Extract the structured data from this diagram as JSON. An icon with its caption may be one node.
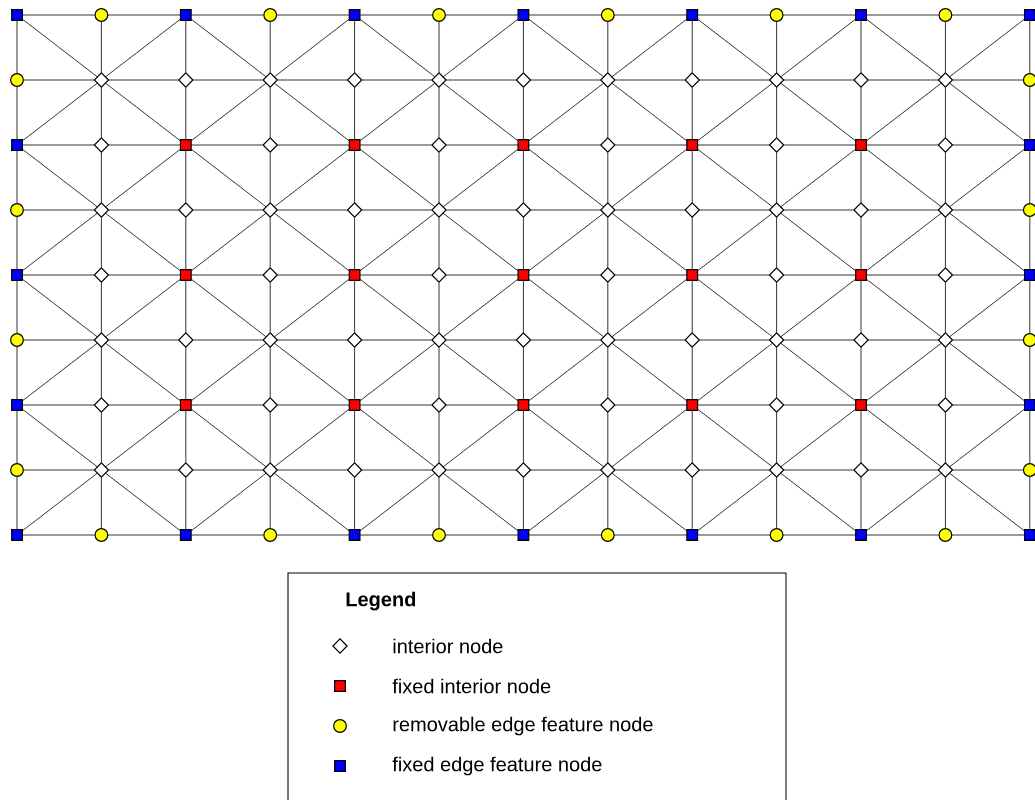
{
  "diagram": {
    "nodes": [
      {
        "text": [],
        "shape": "box"
      },
      {
        "text": [],
        "shape": "circle"
      },
      {
        "text": [],
        "shape": "box"
      },
      {
        "text": [],
        "shape": "circle"
      },
      {
        "text": [],
        "shape": "box"
      },
      {
        "text": [],
        "shape": "circle"
      },
      {
        "text": [],
        "shape": "box"
      },
      {
        "text": [],
        "shape": "circle"
      },
      {
        "text": [],
        "shape": "box"
      },
      {
        "text": [],
        "shape": "circle"
      },
      {
        "text": [],
        "shape": "box"
      },
      {
        "text": [],
        "shape": "circle"
      },
      {
        "text": [],
        "shape": "box"
      },
      {
        "text": [],
        "shape": "circle"
      },
      {
        "text": [],
        "shape": "diamond"
      },
      {
        "text": [],
        "shape": "diamond"
      },
      {
        "text": [],
        "shape": "diamond"
      },
      {
        "text": [],
        "shape": "diamond"
      },
      {
        "text": [],
        "shape": "diamond"
      },
      {
        "text": [],
        "shape": "diamond"
      },
      {
        "text": [],
        "shape": "diamond"
      },
      {
        "text": [],
        "shape": "diamond"
      },
      {
        "text": [],
        "shape": "diamond"
      },
      {
        "text": [],
        "shape": "diamond"
      },
      {
        "text": [],
        "shape": "diamond"
      },
      {
        "text": [],
        "shape": "circle"
      },
      {
        "text": [],
        "shape": "box"
      },
      {
        "text": [],
        "shape": "diamond"
      },
      {
        "text": [],
        "shape": "box"
      },
      {
        "text": [],
        "shape": "diamond"
      },
      {
        "text": [],
        "shape": "box"
      },
      {
        "text": [],
        "shape": "diamond"
      },
      {
        "text": [],
        "shape": "box"
      },
      {
        "text": [],
        "shape": "diamond"
      },
      {
        "text": [],
        "shape": "box"
      },
      {
        "text": [],
        "shape": "diamond"
      },
      {
        "text": [],
        "shape": "box"
      },
      {
        "text": [],
        "shape": "diamond"
      },
      {
        "text": [],
        "shape": "box"
      },
      {
        "text": [],
        "shape": "circle"
      },
      {
        "text": [],
        "shape": "diamond"
      },
      {
        "text": [],
        "shape": "diamond"
      },
      {
        "text": [],
        "shape": "diamond"
      },
      {
        "text": [],
        "shape": "diamond"
      },
      {
        "text": [],
        "shape": "diamond"
      },
      {
        "text": [],
        "shape": "diamond"
      },
      {
        "text": [],
        "shape": "diamond"
      },
      {
        "text": [],
        "shape": "diamond"
      },
      {
        "text": [],
        "shape": "diamond"
      },
      {
        "text": [],
        "shape": "diamond"
      },
      {
        "text": [],
        "shape": "diamond"
      },
      {
        "text": [],
        "shape": "circle"
      },
      {
        "text": [],
        "shape": "box"
      },
      {
        "text": [],
        "shape": "diamond"
      },
      {
        "text": [],
        "shape": "box"
      },
      {
        "text": [],
        "shape": "diamond"
      },
      {
        "text": [],
        "shape": "box"
      },
      {
        "text": [],
        "shape": "diamond"
      },
      {
        "text": [],
        "shape": "box"
      },
      {
        "text": [],
        "shape": "diamond"
      },
      {
        "text": [],
        "shape": "box"
      },
      {
        "text": [],
        "shape": "diamond"
      },
      {
        "text": [],
        "shape": "box"
      },
      {
        "text": [],
        "shape": "diamond"
      },
      {
        "text": [],
        "shape": "box"
      },
      {
        "text": [],
        "shape": "circle"
      },
      {
        "text": [],
        "shape": "diamond"
      },
      {
        "text": [],
        "shape": "diamond"
      },
      {
        "text": [],
        "shape": "diamond"
      },
      {
        "text": [],
        "shape": "diamond"
      },
      {
        "text": [],
        "shape": "diamond"
      },
      {
        "text": [],
        "shape": "diamond"
      },
      {
        "text": [],
        "shape": "diamond"
      },
      {
        "text": [],
        "shape": "diamond"
      },
      {
        "text": [],
        "shape": "diamond"
      },
      {
        "text": [],
        "shape": "diamond"
      },
      {
        "text": [],
        "shape": "diamond"
      },
      {
        "text": [],
        "shape": "circle"
      },
      {
        "text": [],
        "shape": "box"
      },
      {
        "text": [],
        "shape": "diamond"
      },
      {
        "text": [],
        "shape": "box"
      },
      {
        "text": [],
        "shape": "diamond"
      },
      {
        "text": [],
        "shape": "box"
      },
      {
        "text": [],
        "shape": "diamond"
      },
      {
        "text": [],
        "shape": "box"
      },
      {
        "text": [],
        "shape": "diamond"
      },
      {
        "text": [],
        "shape": "box"
      },
      {
        "text": [],
        "shape": "diamond"
      },
      {
        "text": [],
        "shape": "box"
      },
      {
        "text": [],
        "shape": "diamond"
      },
      {
        "text": [],
        "shape": "box"
      },
      {
        "text": [],
        "shape": "circle"
      },
      {
        "text": [],
        "shape": "diamond"
      },
      {
        "text": [],
        "shape": "diamond"
      },
      {
        "text": [],
        "shape": "diamond"
      },
      {
        "text": [],
        "shape": "diamond"
      },
      {
        "text": [],
        "shape": "diamond"
      },
      {
        "text": [],
        "shape": "diamond"
      },
      {
        "text": [],
        "shape": "diamond"
      },
      {
        "text": [],
        "shape": "diamond"
      },
      {
        "text": [],
        "shape": "diamond"
      },
      {
        "text": [],
        "shape": "diamond"
      },
      {
        "text": [],
        "shape": "diamond"
      },
      {
        "text": [],
        "shape": "circle"
      },
      {
        "text": [],
        "shape": "box"
      },
      {
        "text": [],
        "shape": "circle"
      },
      {
        "text": [],
        "shape": "box"
      },
      {
        "text": [],
        "shape": "circle"
      },
      {
        "text": [],
        "shape": "box"
      },
      {
        "text": [],
        "shape": "circle"
      },
      {
        "text": [],
        "shape": "box"
      },
      {
        "text": [],
        "shape": "circle"
      },
      {
        "text": [],
        "shape": "box"
      },
      {
        "text": [],
        "shape": "circle"
      },
      {
        "text": [],
        "shape": "box"
      },
      {
        "text": [],
        "shape": "circle"
      },
      {
        "text": [],
        "shape": "box"
      }
    ],
    "edges": [
      {
        "from": 0,
        "to": 1,
        "arrow": "none"
      },
      {
        "from": 1,
        "to": 2,
        "arrow": "none"
      },
      {
        "from": 2,
        "to": 3,
        "arrow": "none"
      },
      {
        "from": 3,
        "to": 4,
        "arrow": "none"
      },
      {
        "from": 4,
        "to": 5,
        "arrow": "none"
      },
      {
        "from": 5,
        "to": 6,
        "arrow": "none"
      },
      {
        "from": 6,
        "to": 7,
        "arrow": "none"
      },
      {
        "from": 7,
        "to": 8,
        "arrow": "none"
      },
      {
        "from": 8,
        "to": 9,
        "arrow": "none"
      },
      {
        "from": 9,
        "to": 10,
        "arrow": "none"
      },
      {
        "from": 10,
        "to": 11,
        "arrow": "none"
      },
      {
        "from": 11,
        "to": 12,
        "arrow": "none"
      },
      {
        "from": 13,
        "to": 14,
        "arrow": "none"
      },
      {
        "from": 14,
        "to": 15,
        "arrow": "none"
      },
      {
        "from": 15,
        "to": 16,
        "arrow": "none"
      },
      {
        "from": 16,
        "to": 17,
        "arrow": "none"
      },
      {
        "from": 17,
        "to": 18,
        "arrow": "none"
      },
      {
        "from": 18,
        "to": 19,
        "arrow": "none"
      },
      {
        "from": 19,
        "to": 20,
        "arrow": "none"
      },
      {
        "from": 20,
        "to": 21,
        "arrow": "none"
      },
      {
        "from": 21,
        "to": 22,
        "arrow": "none"
      },
      {
        "from": 22,
        "to": 23,
        "arrow": "none"
      },
      {
        "from": 23,
        "to": 24,
        "arrow": "none"
      },
      {
        "from": 24,
        "to": 25,
        "arrow": "none"
      },
      {
        "from": 26,
        "to": 27,
        "arrow": "none"
      },
      {
        "from": 27,
        "to": 28,
        "arrow": "none"
      },
      {
        "from": 28,
        "to": 29,
        "arrow": "none"
      },
      {
        "from": 29,
        "to": 30,
        "arrow": "none"
      },
      {
        "from": 30,
        "to": 31,
        "arrow": "none"
      },
      {
        "from": 31,
        "to": 32,
        "arrow": "none"
      },
      {
        "from": 32,
        "to": 33,
        "arrow": "none"
      },
      {
        "from": 33,
        "to": 34,
        "arrow": "none"
      },
      {
        "from": 34,
        "to": 35,
        "arrow": "none"
      },
      {
        "from": 35,
        "to": 36,
        "arrow": "none"
      },
      {
        "from": 36,
        "to": 37,
        "arrow": "none"
      },
      {
        "from": 37,
        "to": 38,
        "arrow": "none"
      },
      {
        "from": 39,
        "to": 40,
        "arrow": "none"
      },
      {
        "from": 40,
        "to": 41,
        "arrow": "none"
      },
      {
        "from": 41,
        "to": 42,
        "arrow": "none"
      },
      {
        "from": 42,
        "to": 43,
        "arrow": "none"
      },
      {
        "from": 43,
        "to": 44,
        "arrow": "none"
      },
      {
        "from": 44,
        "to": 45,
        "arrow": "none"
      },
      {
        "from": 45,
        "to": 46,
        "arrow": "none"
      },
      {
        "from": 46,
        "to": 47,
        "arrow": "none"
      },
      {
        "from": 47,
        "to": 48,
        "arrow": "none"
      },
      {
        "from": 48,
        "to": 49,
        "arrow": "none"
      },
      {
        "from": 49,
        "to": 50,
        "arrow": "none"
      },
      {
        "from": 50,
        "to": 51,
        "arrow": "none"
      },
      {
        "from": 52,
        "to": 53,
        "arrow": "none"
      },
      {
        "from": 53,
        "to": 54,
        "arrow": "none"
      },
      {
        "from": 54,
        "to": 55,
        "arrow": "none"
      },
      {
        "from": 55,
        "to": 56,
        "arrow": "none"
      },
      {
        "from": 56,
        "to": 57,
        "arrow": "none"
      },
      {
        "from": 57,
        "to": 58,
        "arrow": "none"
      },
      {
        "from": 58,
        "to": 59,
        "arrow": "none"
      },
      {
        "from": 59,
        "to": 60,
        "arrow": "none"
      },
      {
        "from": 60,
        "to": 61,
        "arrow": "none"
      },
      {
        "from": 61,
        "to": 62,
        "arrow": "none"
      },
      {
        "from": 62,
        "to": 63,
        "arrow": "none"
      },
      {
        "from": 63,
        "to": 64,
        "arrow": "none"
      },
      {
        "from": 65,
        "to": 66,
        "arrow": "none"
      },
      {
        "from": 66,
        "to": 67,
        "arrow": "none"
      },
      {
        "from": 67,
        "to": 68,
        "arrow": "none"
      },
      {
        "from": 68,
        "to": 69,
        "arrow": "none"
      },
      {
        "from": 69,
        "to": 70,
        "arrow": "none"
      },
      {
        "from": 70,
        "to": 71,
        "arrow": "none"
      },
      {
        "from": 71,
        "to": 72,
        "arrow": "none"
      },
      {
        "from": 72,
        "to": 73,
        "arrow": "none"
      },
      {
        "from": 73,
        "to": 74,
        "arrow": "none"
      },
      {
        "from": 74,
        "to": 75,
        "arrow": "none"
      },
      {
        "from": 75,
        "to": 76,
        "arrow": "none"
      },
      {
        "from": 76,
        "to": 77,
        "arrow": "none"
      },
      {
        "from": 78,
        "to": 79,
        "arrow": "none"
      },
      {
        "from": 79,
        "to": 80,
        "arrow": "none"
      },
      {
        "from": 80,
        "to": 81,
        "arrow": "none"
      },
      {
        "from": 81,
        "to": 82,
        "arrow": "none"
      },
      {
        "from": 82,
        "to": 83,
        "arrow": "none"
      },
      {
        "from": 83,
        "to": 84,
        "arrow": "none"
      },
      {
        "from": 84,
        "to": 85,
        "arrow": "none"
      },
      {
        "from": 85,
        "to": 86,
        "arrow": "none"
      },
      {
        "from": 86,
        "to": 87,
        "arrow": "none"
      },
      {
        "from": 87,
        "to": 88,
        "arrow": "none"
      },
      {
        "from": 88,
        "to": 89,
        "arrow": "none"
      },
      {
        "from": 89,
        "to": 90,
        "arrow": "none"
      },
      {
        "from": 91,
        "to": 92,
        "arrow": "none"
      },
      {
        "from": 92,
        "to": 93,
        "arrow": "none"
      },
      {
        "from": 93,
        "to": 94,
        "arrow": "none"
      },
      {
        "from": 94,
        "to": 95,
        "arrow": "none"
      },
      {
        "from": 95,
        "to": 96,
        "arrow": "none"
      },
      {
        "from": 96,
        "to": 97,
        "arrow": "none"
      },
      {
        "from": 97,
        "to": 98,
        "arrow": "none"
      },
      {
        "from": 98,
        "to": 99,
        "arrow": "none"
      },
      {
        "from": 99,
        "to": 100,
        "arrow": "none"
      },
      {
        "from": 100,
        "to": 101,
        "arrow": "none"
      },
      {
        "from": 101,
        "to": 102,
        "arrow": "none"
      },
      {
        "from": 102,
        "to": 103,
        "arrow": "none"
      },
      {
        "from": 104,
        "to": 105,
        "arrow": "none"
      },
      {
        "from": 105,
        "to": 106,
        "arrow": "none"
      },
      {
        "from": 106,
        "to": 107,
        "arrow": "none"
      },
      {
        "from": 107,
        "to": 108,
        "arrow": "none"
      },
      {
        "from": 108,
        "to": 109,
        "arrow": "none"
      },
      {
        "from": 109,
        "to": 110,
        "arrow": "none"
      },
      {
        "from": 110,
        "to": 111,
        "arrow": "none"
      },
      {
        "from": 111,
        "to": 112,
        "arrow": "none"
      },
      {
        "from": 112,
        "to": 113,
        "arrow": "none"
      },
      {
        "from": 113,
        "to": 114,
        "arrow": "none"
      },
      {
        "from": 114,
        "to": 115,
        "arrow": "none"
      },
      {
        "from": 115,
        "to": 116,
        "arrow": "none"
      },
      {
        "from": 0,
        "to": 13,
        "arrow": "none"
      },
      {
        "from": 1,
        "to": 14,
        "arrow": "none"
      },
      {
        "from": 2,
        "to": 15,
        "arrow": "none"
      },
      {
        "from": 3,
        "to": 16,
        "arrow": "none"
      },
      {
        "from": 4,
        "to": 17,
        "arrow": "none"
      },
      {
        "from": 5,
        "to": 18,
        "arrow": "none"
      },
      {
        "from": 6,
        "to": 19,
        "arrow": "none"
      },
      {
        "from": 7,
        "to": 20,
        "arrow": "none"
      },
      {
        "from": 8,
        "to": 21,
        "arrow": "none"
      },
      {
        "from": 9,
        "to": 22,
        "arrow": "none"
      },
      {
        "from": 10,
        "to": 23,
        "arrow": "none"
      },
      {
        "from": 11,
        "to": 24,
        "arrow": "none"
      },
      {
        "from": 12,
        "to": 25,
        "arrow": "none"
      },
      {
        "from": 13,
        "to": 26,
        "arrow": "none"
      },
      {
        "from": 14,
        "to": 27,
        "arrow": "none"
      },
      {
        "from": 15,
        "to": 28,
        "arrow": "none"
      },
      {
        "from": 16,
        "to": 29,
        "arrow": "none"
      },
      {
        "from": 17,
        "to": 30,
        "arrow": "none"
      },
      {
        "from": 18,
        "to": 31,
        "arrow": "none"
      },
      {
        "from": 19,
        "to": 32,
        "arrow": "none"
      },
      {
        "from": 20,
        "to": 33,
        "arrow": "none"
      },
      {
        "from": 21,
        "to": 34,
        "arrow": "none"
      },
      {
        "from": 22,
        "to": 35,
        "arrow": "none"
      },
      {
        "from": 23,
        "to": 36,
        "arrow": "none"
      },
      {
        "from": 24,
        "to": 37,
        "arrow": "none"
      },
      {
        "from": 25,
        "to": 38,
        "arrow": "none"
      },
      {
        "from": 26,
        "to": 39,
        "arrow": "none"
      },
      {
        "from": 27,
        "to": 40,
        "arrow": "none"
      },
      {
        "from": 28,
        "to": 41,
        "arrow": "none"
      },
      {
        "from": 29,
        "to": 42,
        "arrow": "none"
      },
      {
        "from": 30,
        "to": 43,
        "arrow": "none"
      },
      {
        "from": 31,
        "to": 44,
        "arrow": "none"
      },
      {
        "from": 32,
        "to": 45,
        "arrow": "none"
      },
      {
        "from": 33,
        "to": 46,
        "arrow": "none"
      },
      {
        "from": 34,
        "to": 47,
        "arrow": "none"
      },
      {
        "from": 35,
        "to": 48,
        "arrow": "none"
      },
      {
        "from": 36,
        "to": 49,
        "arrow": "none"
      },
      {
        "from": 37,
        "to": 50,
        "arrow": "none"
      },
      {
        "from": 38,
        "to": 51,
        "arrow": "none"
      },
      {
        "from": 39,
        "to": 52,
        "arrow": "none"
      },
      {
        "from": 40,
        "to": 53,
        "arrow": "none"
      },
      {
        "from": 41,
        "to": 54,
        "arrow": "none"
      },
      {
        "from": 42,
        "to": 55,
        "arrow": "none"
      },
      {
        "from": 43,
        "to": 56,
        "arrow": "none"
      },
      {
        "from": 44,
        "to": 57,
        "arrow": "none"
      },
      {
        "from": 45,
        "to": 58,
        "arrow": "none"
      },
      {
        "from": 46,
        "to": 59,
        "arrow": "none"
      },
      {
        "from": 47,
        "to": 60,
        "arrow": "none"
      },
      {
        "from": 48,
        "to": 61,
        "arrow": "none"
      },
      {
        "from": 49,
        "to": 62,
        "arrow": "none"
      },
      {
        "from": 50,
        "to": 63,
        "arrow": "none"
      },
      {
        "from": 51,
        "to": 64,
        "arrow": "none"
      },
      {
        "from": 52,
        "to": 65,
        "arrow": "none"
      },
      {
        "from": 53,
        "to": 66,
        "arrow": "none"
      },
      {
        "from": 54,
        "to": 67,
        "arrow": "none"
      },
      {
        "from": 55,
        "to": 68,
        "arrow": "none"
      },
      {
        "from": 56,
        "to": 69,
        "arrow": "none"
      },
      {
        "from": 57,
        "to": 70,
        "arrow": "none"
      },
      {
        "from": 58,
        "to": 71,
        "arrow": "none"
      },
      {
        "from": 59,
        "to": 72,
        "arrow": "none"
      },
      {
        "from": 60,
        "to": 73,
        "arrow": "none"
      },
      {
        "from": 61,
        "to": 74,
        "arrow": "none"
      },
      {
        "from": 62,
        "to": 75,
        "arrow": "none"
      },
      {
        "from": 63,
        "to": 76,
        "arrow": "none"
      },
      {
        "from": 64,
        "to": 77,
        "arrow": "none"
      },
      {
        "from": 65,
        "to": 78,
        "arrow": "none"
      },
      {
        "from": 66,
        "to": 79,
        "arrow": "none"
      },
      {
        "from": 67,
        "to": 80,
        "arrow": "none"
      },
      {
        "from": 68,
        "to": 81,
        "arrow": "none"
      },
      {
        "from": 69,
        "to": 82,
        "arrow": "none"
      },
      {
        "from": 70,
        "to": 83,
        "arrow": "none"
      },
      {
        "from": 71,
        "to": 84,
        "arrow": "none"
      },
      {
        "from": 72,
        "to": 85,
        "arrow": "none"
      },
      {
        "from": 73,
        "to": 86,
        "arrow": "none"
      },
      {
        "from": 74,
        "to": 87,
        "arrow": "none"
      },
      {
        "from": 75,
        "to": 88,
        "arrow": "none"
      },
      {
        "from": 76,
        "to": 89,
        "arrow": "none"
      },
      {
        "from": 77,
        "to": 90,
        "arrow": "none"
      },
      {
        "from": 78,
        "to": 91,
        "arrow": "none"
      },
      {
        "from": 79,
        "to": 92,
        "arrow": "none"
      },
      {
        "from": 80,
        "to": 93,
        "arrow": "none"
      },
      {
        "from": 81,
        "to": 94,
        "arrow": "none"
      },
      {
        "from": 82,
        "to": 95,
        "arrow": "none"
      },
      {
        "from": 83,
        "to": 96,
        "arrow": "none"
      },
      {
        "from": 84,
        "to": 97,
        "arrow": "none"
      },
      {
        "from": 85,
        "to": 98,
        "arrow": "none"
      },
      {
        "from": 86,
        "to": 99,
        "arrow": "none"
      },
      {
        "from": 87,
        "to": 100,
        "arrow": "none"
      },
      {
        "from": 88,
        "to": 101,
        "arrow": "none"
      },
      {
        "from": 89,
        "to": 102,
        "arrow": "none"
      },
      {
        "from": 90,
        "to": 103,
        "arrow": "none"
      },
      {
        "from": 91,
        "to": 104,
        "arrow": "none"
      },
      {
        "from": 92,
        "to": 105,
        "arrow": "none"
      },
      {
        "from": 93,
        "to": 106,
        "arrow": "none"
      },
      {
        "from": 94,
        "to": 107,
        "arrow": "none"
      },
      {
        "from": 95,
        "to": 108,
        "arrow": "none"
      },
      {
        "from": 96,
        "to": 109,
        "arrow": "none"
      },
      {
        "from": 97,
        "to": 110,
        "arrow": "none"
      },
      {
        "from": 98,
        "to": 111,
        "arrow": "none"
      },
      {
        "from": 99,
        "to": 112,
        "arrow": "none"
      },
      {
        "from": 100,
        "to": 113,
        "arrow": "none"
      },
      {
        "from": 101,
        "to": 114,
        "arrow": "none"
      },
      {
        "from": 102,
        "to": 115,
        "arrow": "none"
      },
      {
        "from": 103,
        "to": 116,
        "arrow": "none"
      },
      {
        "from": 0,
        "to": 14,
        "arrow": "none"
      },
      {
        "from": 2,
        "to": 14,
        "arrow": "none"
      },
      {
        "from": 2,
        "to": 16,
        "arrow": "none"
      },
      {
        "from": 4,
        "to": 16,
        "arrow": "none"
      },
      {
        "from": 4,
        "to": 18,
        "arrow": "none"
      },
      {
        "from": 6,
        "to": 18,
        "arrow": "none"
      },
      {
        "from": 6,
        "to": 20,
        "arrow": "none"
      },
      {
        "from": 8,
        "to": 20,
        "arrow": "none"
      },
      {
        "from": 8,
        "to": 22,
        "arrow": "none"
      },
      {
        "from": 10,
        "to": 22,
        "arrow": "none"
      },
      {
        "from": 10,
        "to": 24,
        "arrow": "none"
      },
      {
        "from": 12,
        "to": 24,
        "arrow": "none"
      },
      {
        "from": 14,
        "to": 26,
        "arrow": "none"
      },
      {
        "from": 14,
        "to": 28,
        "arrow": "none"
      },
      {
        "from": 16,
        "to": 28,
        "arrow": "none"
      },
      {
        "from": 16,
        "to": 30,
        "arrow": "none"
      },
      {
        "from": 18,
        "to": 30,
        "arrow": "none"
      },
      {
        "from": 18,
        "to": 32,
        "arrow": "none"
      },
      {
        "from": 20,
        "to": 32,
        "arrow": "none"
      },
      {
        "from": 20,
        "to": 34,
        "arrow": "none"
      },
      {
        "from": 22,
        "to": 34,
        "arrow": "none"
      },
      {
        "from": 22,
        "to": 36,
        "arrow": "none"
      },
      {
        "from": 24,
        "to": 36,
        "arrow": "none"
      },
      {
        "from": 24,
        "to": 38,
        "arrow": "none"
      },
      {
        "from": 26,
        "to": 40,
        "arrow": "none"
      },
      {
        "from": 28,
        "to": 40,
        "arrow": "none"
      },
      {
        "from": 28,
        "to": 42,
        "arrow": "none"
      },
      {
        "from": 30,
        "to": 42,
        "arrow": "none"
      },
      {
        "from": 30,
        "to": 44,
        "arrow": "none"
      },
      {
        "from": 32,
        "to": 44,
        "arrow": "none"
      },
      {
        "from": 32,
        "to": 46,
        "arrow": "none"
      },
      {
        "from": 34,
        "to": 46,
        "arrow": "none"
      },
      {
        "from": 34,
        "to": 48,
        "arrow": "none"
      },
      {
        "from": 36,
        "to": 48,
        "arrow": "none"
      },
      {
        "from": 36,
        "to": 50,
        "arrow": "none"
      },
      {
        "from": 38,
        "to": 50,
        "arrow": "none"
      },
      {
        "from": 40,
        "to": 52,
        "arrow": "none"
      },
      {
        "from": 40,
        "to": 54,
        "arrow": "none"
      },
      {
        "from": 42,
        "to": 54,
        "arrow": "none"
      },
      {
        "from": 42,
        "to": 56,
        "arrow": "none"
      },
      {
        "from": 44,
        "to": 56,
        "arrow": "none"
      },
      {
        "from": 44,
        "to": 58,
        "arrow": "none"
      },
      {
        "from": 46,
        "to": 58,
        "arrow": "none"
      },
      {
        "from": 46,
        "to": 60,
        "arrow": "none"
      },
      {
        "from": 48,
        "to": 60,
        "arrow": "none"
      },
      {
        "from": 48,
        "to": 62,
        "arrow": "none"
      },
      {
        "from": 50,
        "to": 62,
        "arrow": "none"
      },
      {
        "from": 50,
        "to": 64,
        "arrow": "none"
      },
      {
        "from": 52,
        "to": 66,
        "arrow": "none"
      },
      {
        "from": 54,
        "to": 66,
        "arrow": "none"
      },
      {
        "from": 54,
        "to": 68,
        "arrow": "none"
      },
      {
        "from": 56,
        "to": 68,
        "arrow": "none"
      },
      {
        "from": 56,
        "to": 70,
        "arrow": "none"
      },
      {
        "from": 58,
        "to": 70,
        "arrow": "none"
      },
      {
        "from": 58,
        "to": 72,
        "arrow": "none"
      },
      {
        "from": 60,
        "to": 72,
        "arrow": "none"
      },
      {
        "from": 60,
        "to": 74,
        "arrow": "none"
      },
      {
        "from": 62,
        "to": 74,
        "arrow": "none"
      },
      {
        "from": 62,
        "to": 76,
        "arrow": "none"
      },
      {
        "from": 64,
        "to": 76,
        "arrow": "none"
      },
      {
        "from": 66,
        "to": 78,
        "arrow": "none"
      },
      {
        "from": 66,
        "to": 80,
        "arrow": "none"
      },
      {
        "from": 68,
        "to": 80,
        "arrow": "none"
      },
      {
        "from": 68,
        "to": 82,
        "arrow": "none"
      },
      {
        "from": 70,
        "to": 82,
        "arrow": "none"
      },
      {
        "from": 70,
        "to": 84,
        "arrow": "none"
      },
      {
        "from": 72,
        "to": 84,
        "arrow": "none"
      },
      {
        "from": 72,
        "to": 86,
        "arrow": "none"
      },
      {
        "from": 74,
        "to": 86,
        "arrow": "none"
      },
      {
        "from": 74,
        "to": 88,
        "arrow": "none"
      },
      {
        "from": 76,
        "to": 88,
        "arrow": "none"
      },
      {
        "from": 76,
        "to": 90,
        "arrow": "none"
      },
      {
        "from": 78,
        "to": 92,
        "arrow": "none"
      },
      {
        "from": 80,
        "to": 92,
        "arrow": "none"
      },
      {
        "from": 80,
        "to": 94,
        "arrow": "none"
      },
      {
        "from": 82,
        "to": 94,
        "arrow": "none"
      },
      {
        "from": 82,
        "to": 96,
        "arrow": "none"
      },
      {
        "from": 84,
        "to": 96,
        "arrow": "none"
      },
      {
        "from": 84,
        "to": 98,
        "arrow": "none"
      },
      {
        "from": 86,
        "to": 98,
        "arrow": "none"
      },
      {
        "from": 86,
        "to": 100,
        "arrow": "none"
      },
      {
        "from": 88,
        "to": 100,
        "arrow": "none"
      },
      {
        "from": 88,
        "to": 102,
        "arrow": "none"
      },
      {
        "from": 90,
        "to": 102,
        "arrow": "none"
      },
      {
        "from": 92,
        "to": 104,
        "arrow": "none"
      },
      {
        "from": 92,
        "to": 106,
        "arrow": "none"
      },
      {
        "from": 94,
        "to": 106,
        "arrow": "none"
      },
      {
        "from": 94,
        "to": 108,
        "arrow": "none"
      },
      {
        "from": 96,
        "to": 108,
        "arrow": "none"
      },
      {
        "from": 96,
        "to": 110,
        "arrow": "none"
      },
      {
        "from": 98,
        "to": 110,
        "arrow": "none"
      },
      {
        "from": 98,
        "to": 112,
        "arrow": "none"
      },
      {
        "from": 100,
        "to": 112,
        "arrow": "none"
      },
      {
        "from": 100,
        "to": 114,
        "arrow": "none"
      },
      {
        "from": 102,
        "to": 114,
        "arrow": "none"
      },
      {
        "from": 102,
        "to": 116,
        "arrow": "none"
      }
    ],
    "labels": [
      "Legend"
    ],
    "legend": [
      {
        "text": "interior node"
      },
      {
        "text": "fixed interior node",
        "color": "#ff0000"
      },
      {
        "text": "removable edge feature node",
        "color": "#ffff00"
      },
      {
        "text": "fixed edge feature node",
        "color": "#0000ff"
      }
    ]
  }
}
